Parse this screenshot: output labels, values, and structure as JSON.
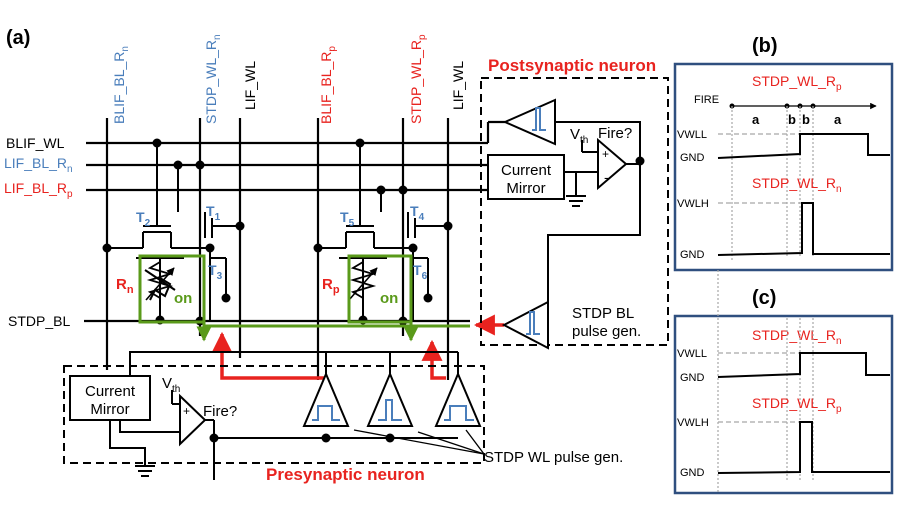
{
  "panels": {
    "a": "(a)",
    "b": "(b)",
    "c": "(c)"
  },
  "colors": {
    "blue": "#4a7ebb",
    "red": "#e8231f",
    "green": "#5a9a1a",
    "navy": "#2f4f7f",
    "black": "#000000",
    "dash_gray": "#a6a6a6"
  },
  "vertical_lines": {
    "blif_bl_rn": {
      "main": "BLIF_BL_R",
      "sub": "n"
    },
    "stdp_wl_rn": {
      "main": "STDP_WL_R",
      "sub": "n"
    },
    "lif_wl_1": "LIF_WL",
    "blif_bl_rp": {
      "main": "BLIF_BL_R",
      "sub": "p"
    },
    "stdp_wl_rp": {
      "main": "STDP_WL_R",
      "sub": "p"
    },
    "lif_wl_2": "LIF_WL"
  },
  "horizontal_lines": {
    "blif_wl": "BLIF_WL",
    "lif_bl_rn": {
      "main": "LIF_BL_R",
      "sub": "n"
    },
    "lif_bl_rp": {
      "main": "LIF_BL_R",
      "sub": "p"
    },
    "stdp_bl": "STDP_BL"
  },
  "transistors": {
    "t2": {
      "main": "T",
      "sub": "2"
    },
    "t1": {
      "main": "T",
      "sub": "1"
    },
    "t3": {
      "main": "T",
      "sub": "3"
    },
    "t5": {
      "main": "T",
      "sub": "5"
    },
    "t4": {
      "main": "T",
      "sub": "4"
    },
    "t6": {
      "main": "T",
      "sub": "6"
    }
  },
  "resistors": {
    "rn": {
      "main": "R",
      "sub": "n"
    },
    "rp": {
      "main": "R",
      "sub": "p"
    }
  },
  "on_label": "on",
  "postsynaptic": {
    "title": "Postsynaptic neuron",
    "vth": {
      "main": "V",
      "sub": "th"
    },
    "fire": "Fire?",
    "plus": "+",
    "minus": "-",
    "current_mirror": [
      "Current",
      "Mirror"
    ],
    "stdp_bl_gen": [
      "STDP BL",
      "pulse gen."
    ]
  },
  "presynaptic": {
    "title": "Presynaptic neuron",
    "vth": {
      "main": "V",
      "sub": "th"
    },
    "fire": "Fire?",
    "plus": "+",
    "minus": "-",
    "current_mirror": [
      "Current",
      "Mirror"
    ],
    "stdp_wl_gen": "STDP WL pulse gen."
  },
  "panel_b": {
    "fire": "FIRE",
    "top_title": {
      "main": "STDP_WL_R",
      "sub": "p"
    },
    "bottom_title": {
      "main": "STDP_WL_R",
      "sub": "n"
    },
    "intervals": [
      "a",
      "b",
      "b",
      "a"
    ],
    "levels": {
      "vwll": "VWLL",
      "gnd1": "GND",
      "vwlh": "VWLH",
      "gnd2": "GND"
    }
  },
  "panel_c": {
    "top_title": {
      "main": "STDP_WL_R",
      "sub": "n"
    },
    "bottom_title": {
      "main": "STDP_WL_R",
      "sub": "p"
    },
    "levels": {
      "vwll": "VWLL",
      "gnd1": "GND",
      "vwlh": "VWLH",
      "gnd2": "GND"
    }
  }
}
